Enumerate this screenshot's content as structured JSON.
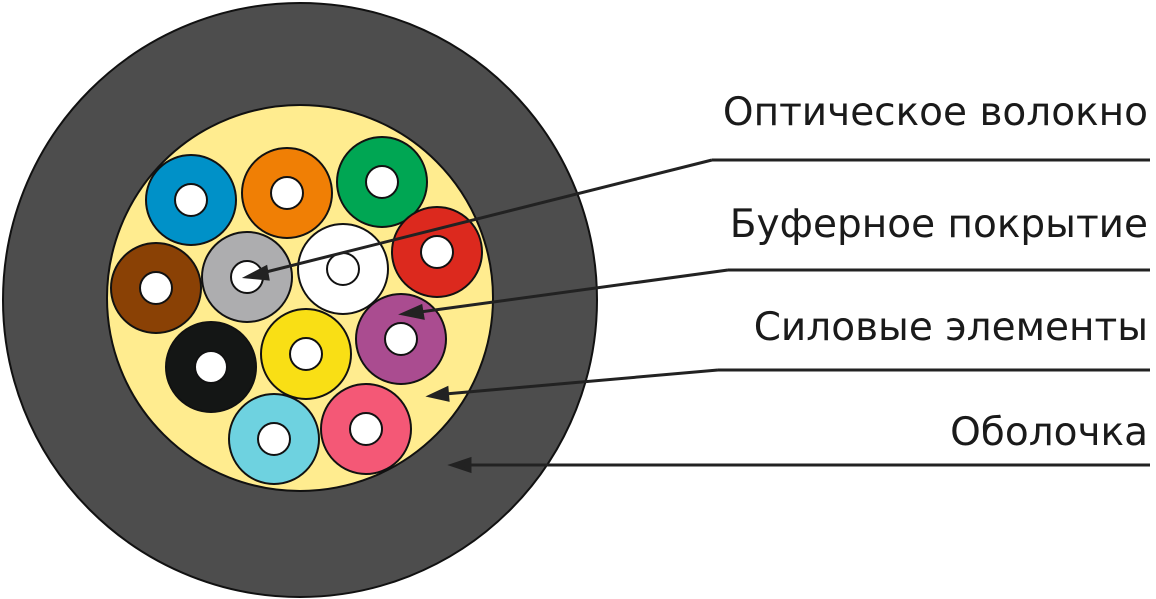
{
  "labels": {
    "fiber": "Оптическое волокно",
    "buffer": "Буферное покрытие",
    "strength": "Силовые элементы",
    "sheath": "Оболочка"
  },
  "colors": {
    "sheath": "#4d4d4d",
    "strength": "#ffec8f",
    "fibers": [
      "#0091c8",
      "#f07f05",
      "#00a653",
      "#dc291e",
      "#8a4105",
      "#adadaf",
      "#ffffff",
      "#aa4c90",
      "#141615",
      "#f9df15",
      "#6ed2e0",
      "#f45876"
    ]
  }
}
